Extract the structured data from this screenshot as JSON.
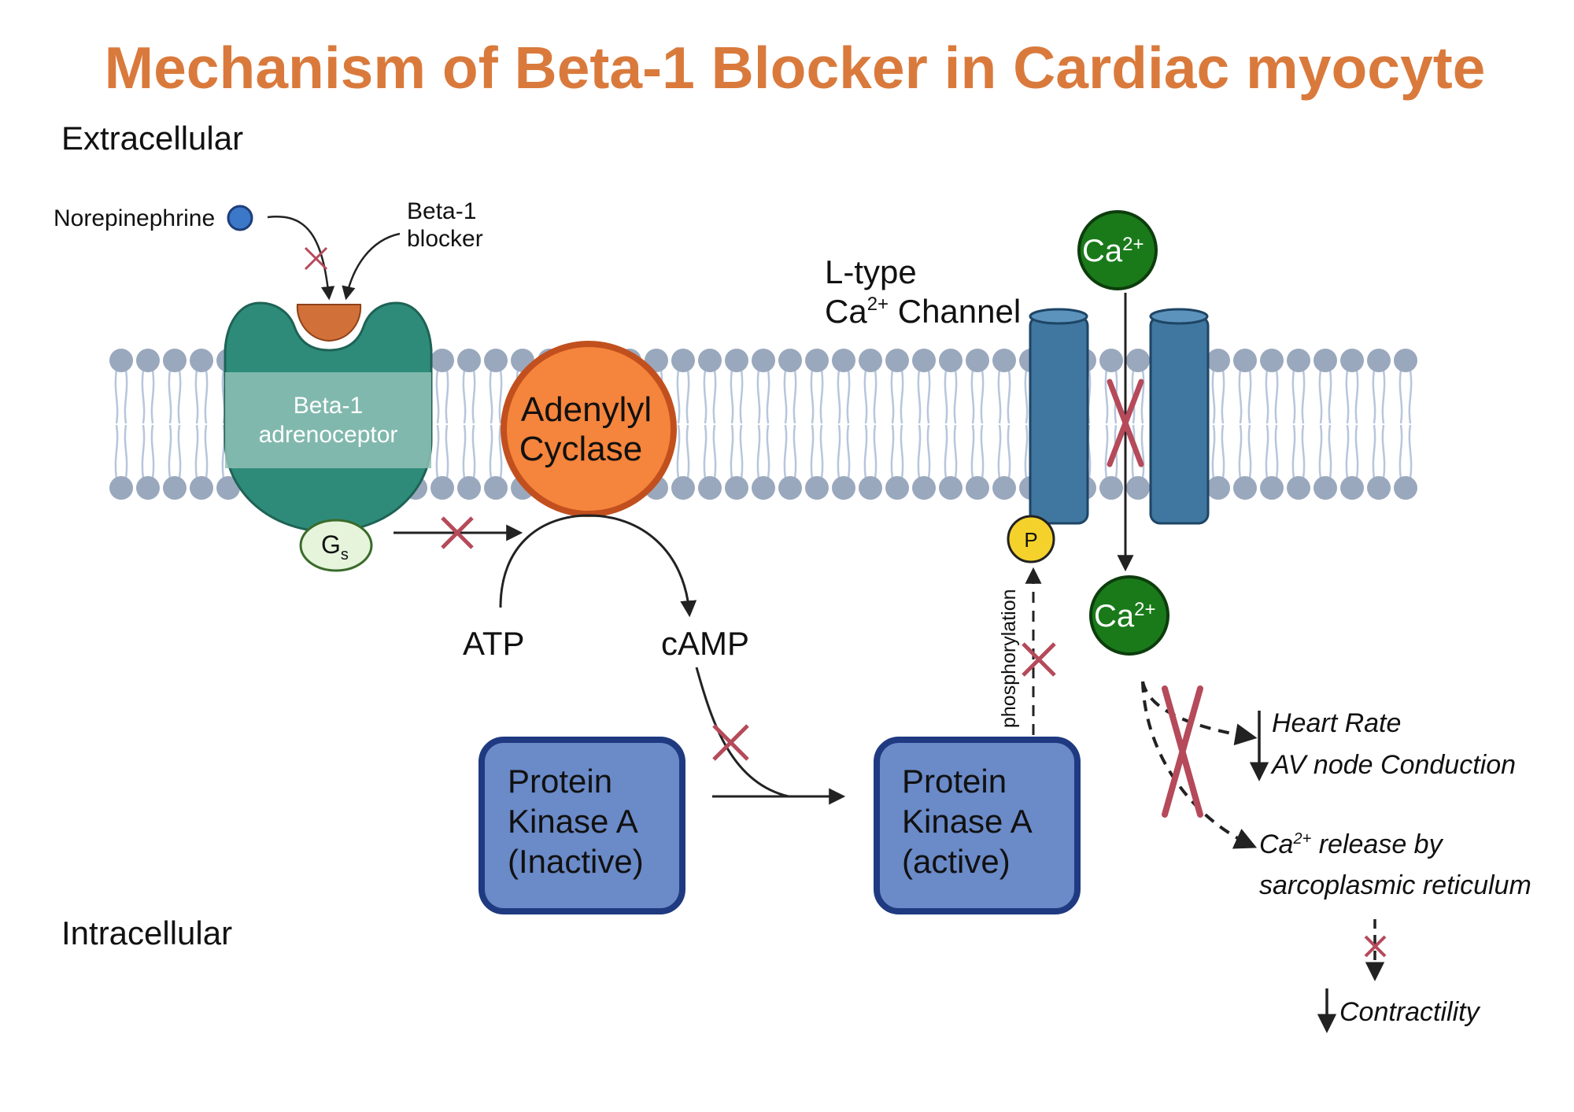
{
  "title": "Mechanism of Beta-1 Blocker in Cardiac myocyte",
  "regions": {
    "extracellular": "Extracellular",
    "intracellular": "Intracellular"
  },
  "ligand": "Norepinephrine",
  "blocker": {
    "line1": "Beta-1",
    "line2": "blocker"
  },
  "receptor": {
    "line1": "Beta-1",
    "line2": "adrenoceptor"
  },
  "gprotein": {
    "main": "G",
    "sub": "s"
  },
  "enzyme": {
    "line1": "Adenylyl",
    "line2": "Cyclase"
  },
  "substrate": "ATP",
  "product": "cAMP",
  "pka_inactive": {
    "line1": "Protein",
    "line2": "Kinase A",
    "line3": "(Inactive)"
  },
  "pka_active": {
    "line1": "Protein",
    "line2": "Kinase A",
    "line3": "(active)"
  },
  "phosphorylation": "phosphorylation",
  "phosphate": "P",
  "channel": {
    "line1": "L-type",
    "line2_pre": "Ca",
    "line2_sup": "2+",
    "line2_post": " Channel"
  },
  "calcium": {
    "base": "Ca",
    "sup": "2+"
  },
  "effects": {
    "heart_rate": "Heart Rate",
    "av_node": "AV node Conduction",
    "ca_release_pre": "Ca",
    "ca_release_sup": "2+",
    "ca_release_post": " release by",
    "sr": "sarcoplasmic reticulum",
    "contractility": "Contractility"
  },
  "colors": {
    "title": "#d97a3c",
    "receptor": "#2e8b7a",
    "receptor_band": "#8fbfb6",
    "blocker": "#d2703a",
    "enzyme_fill": "#f5843c",
    "enzyme_stroke": "#c2501e",
    "pka_fill": "#6a8ac8",
    "pka_stroke": "#1f3a80",
    "channel": "#3f77a0",
    "calcium": "#1a7a1a",
    "phosphate": "#f4d22b",
    "lipid_head": "#9aa8bd",
    "lipid_tail": "#b7c6dc",
    "inhibit_mark": "#b54a5a",
    "gprotein_fill": "#e6f4dc",
    "gprotein_stroke": "#3a6b2a"
  }
}
